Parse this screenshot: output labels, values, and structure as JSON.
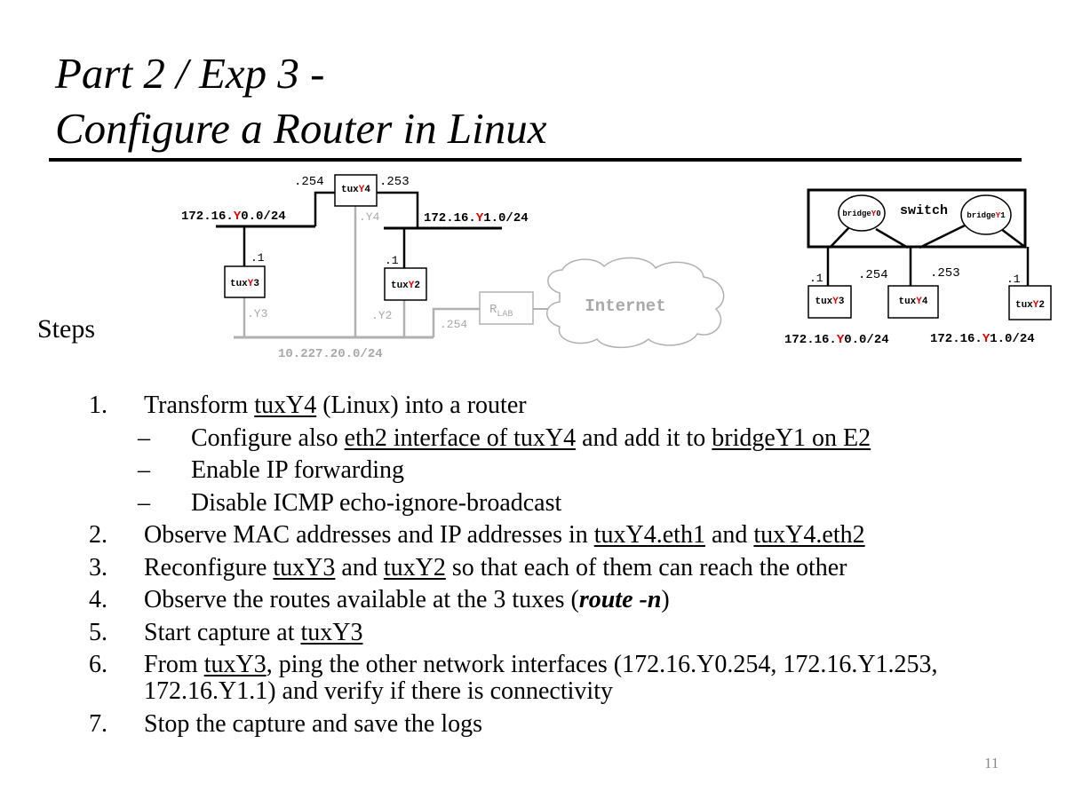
{
  "title": {
    "line1": "Part 2 / Exp 3 -",
    "line2": "Configure a Router in Linux"
  },
  "steps_label": "Steps",
  "left_diagram": {
    "tuxY4": {
      "prefix": "tux",
      "y": "Y",
      "suffix": "4"
    },
    "tuxY3": {
      "prefix": "tux",
      "y": "Y",
      "suffix": "3"
    },
    "tuxY2": {
      "prefix": "tux",
      "y": "Y",
      "suffix": "2"
    },
    "label_254_top": ".254",
    "label_253_top": ".253",
    "label_Y4": ".Y4",
    "net0": {
      "prefix": "172.16.",
      "y": "Y",
      "suffix": "0.0/24"
    },
    "net1": {
      "prefix": "172.16.",
      "y": "Y",
      "suffix": "1.0/24"
    },
    "label_1_tux3": ".1",
    "label_1_tux2": ".1",
    "label_Y3": ".Y3",
    "label_Y2": ".Y2",
    "label_254_rlab": ".254",
    "rlab": {
      "main": "R",
      "sub": "LAB"
    },
    "internet": "Internet",
    "bottom_net": "10.227.20.0/24"
  },
  "right_diagram": {
    "switch": "switch",
    "bridge0": {
      "prefix": "bridge",
      "y": "Y",
      "suffix": "0"
    },
    "bridge1": {
      "prefix": "bridge",
      "y": "Y",
      "suffix": "1"
    },
    "label_1_left": ".1",
    "label_254": ".254",
    "label_253": ".253",
    "label_1_right": ".1",
    "tuxY3": {
      "prefix": "tux",
      "y": "Y",
      "suffix": "3"
    },
    "tuxY4": {
      "prefix": "tux",
      "y": "Y",
      "suffix": "4"
    },
    "tuxY2": {
      "prefix": "tux",
      "y": "Y",
      "suffix": "2"
    },
    "net0": {
      "prefix": "172.16.",
      "y": "Y",
      "suffix": "0.0/24"
    },
    "net1": {
      "prefix": "172.16.",
      "y": "Y",
      "suffix": "1.0/24"
    }
  },
  "steps": {
    "s1": {
      "num": "1.",
      "a": "Transform ",
      "u1": "tuxY4",
      "b": " (Linux) into a router"
    },
    "s1a": {
      "dash": "–",
      "a": "Configure also ",
      "u1": "eth2 interface of tuxY4",
      "b": " and add it to ",
      "u2": "bridgeY1 on E2"
    },
    "s1b": {
      "dash": "–",
      "text": "Enable IP forwarding"
    },
    "s1c": {
      "dash": "–",
      "text": "Disable ICMP echo-ignore-broadcast"
    },
    "s2": {
      "num": "2.",
      "a": "Observe MAC addresses and IP addresses in ",
      "u1": "tuxY4.eth1",
      "b": " and ",
      "u2": "tuxY4.eth2"
    },
    "s3": {
      "num": "3.",
      "a": "Reconfigure ",
      "u1": "tuxY3",
      "b": " and ",
      "u2": "tuxY2",
      "c": " so that each of them can reach the other"
    },
    "s4": {
      "num": "4.",
      "a": "Observe the routes available at the 3 tuxes  (",
      "bi": "route  -n",
      "b": ")"
    },
    "s5": {
      "num": "5.",
      "a": "Start capture at ",
      "u1": "tuxY3"
    },
    "s6": {
      "num": "6.",
      "a": "From ",
      "u1": "tuxY3",
      "b": ", ping the other network interfaces (172.16.Y0.254, 172.16.Y1.253, 172.16.Y1.1) and verify if there is connectivity"
    },
    "s7": {
      "num": "7.",
      "text": "Stop the capture and save the logs"
    }
  },
  "page_number": "11",
  "colors": {
    "accent_red": "#e00000",
    "gray_line": "#b0b0b0",
    "gray_text": "#a8a8a8"
  }
}
